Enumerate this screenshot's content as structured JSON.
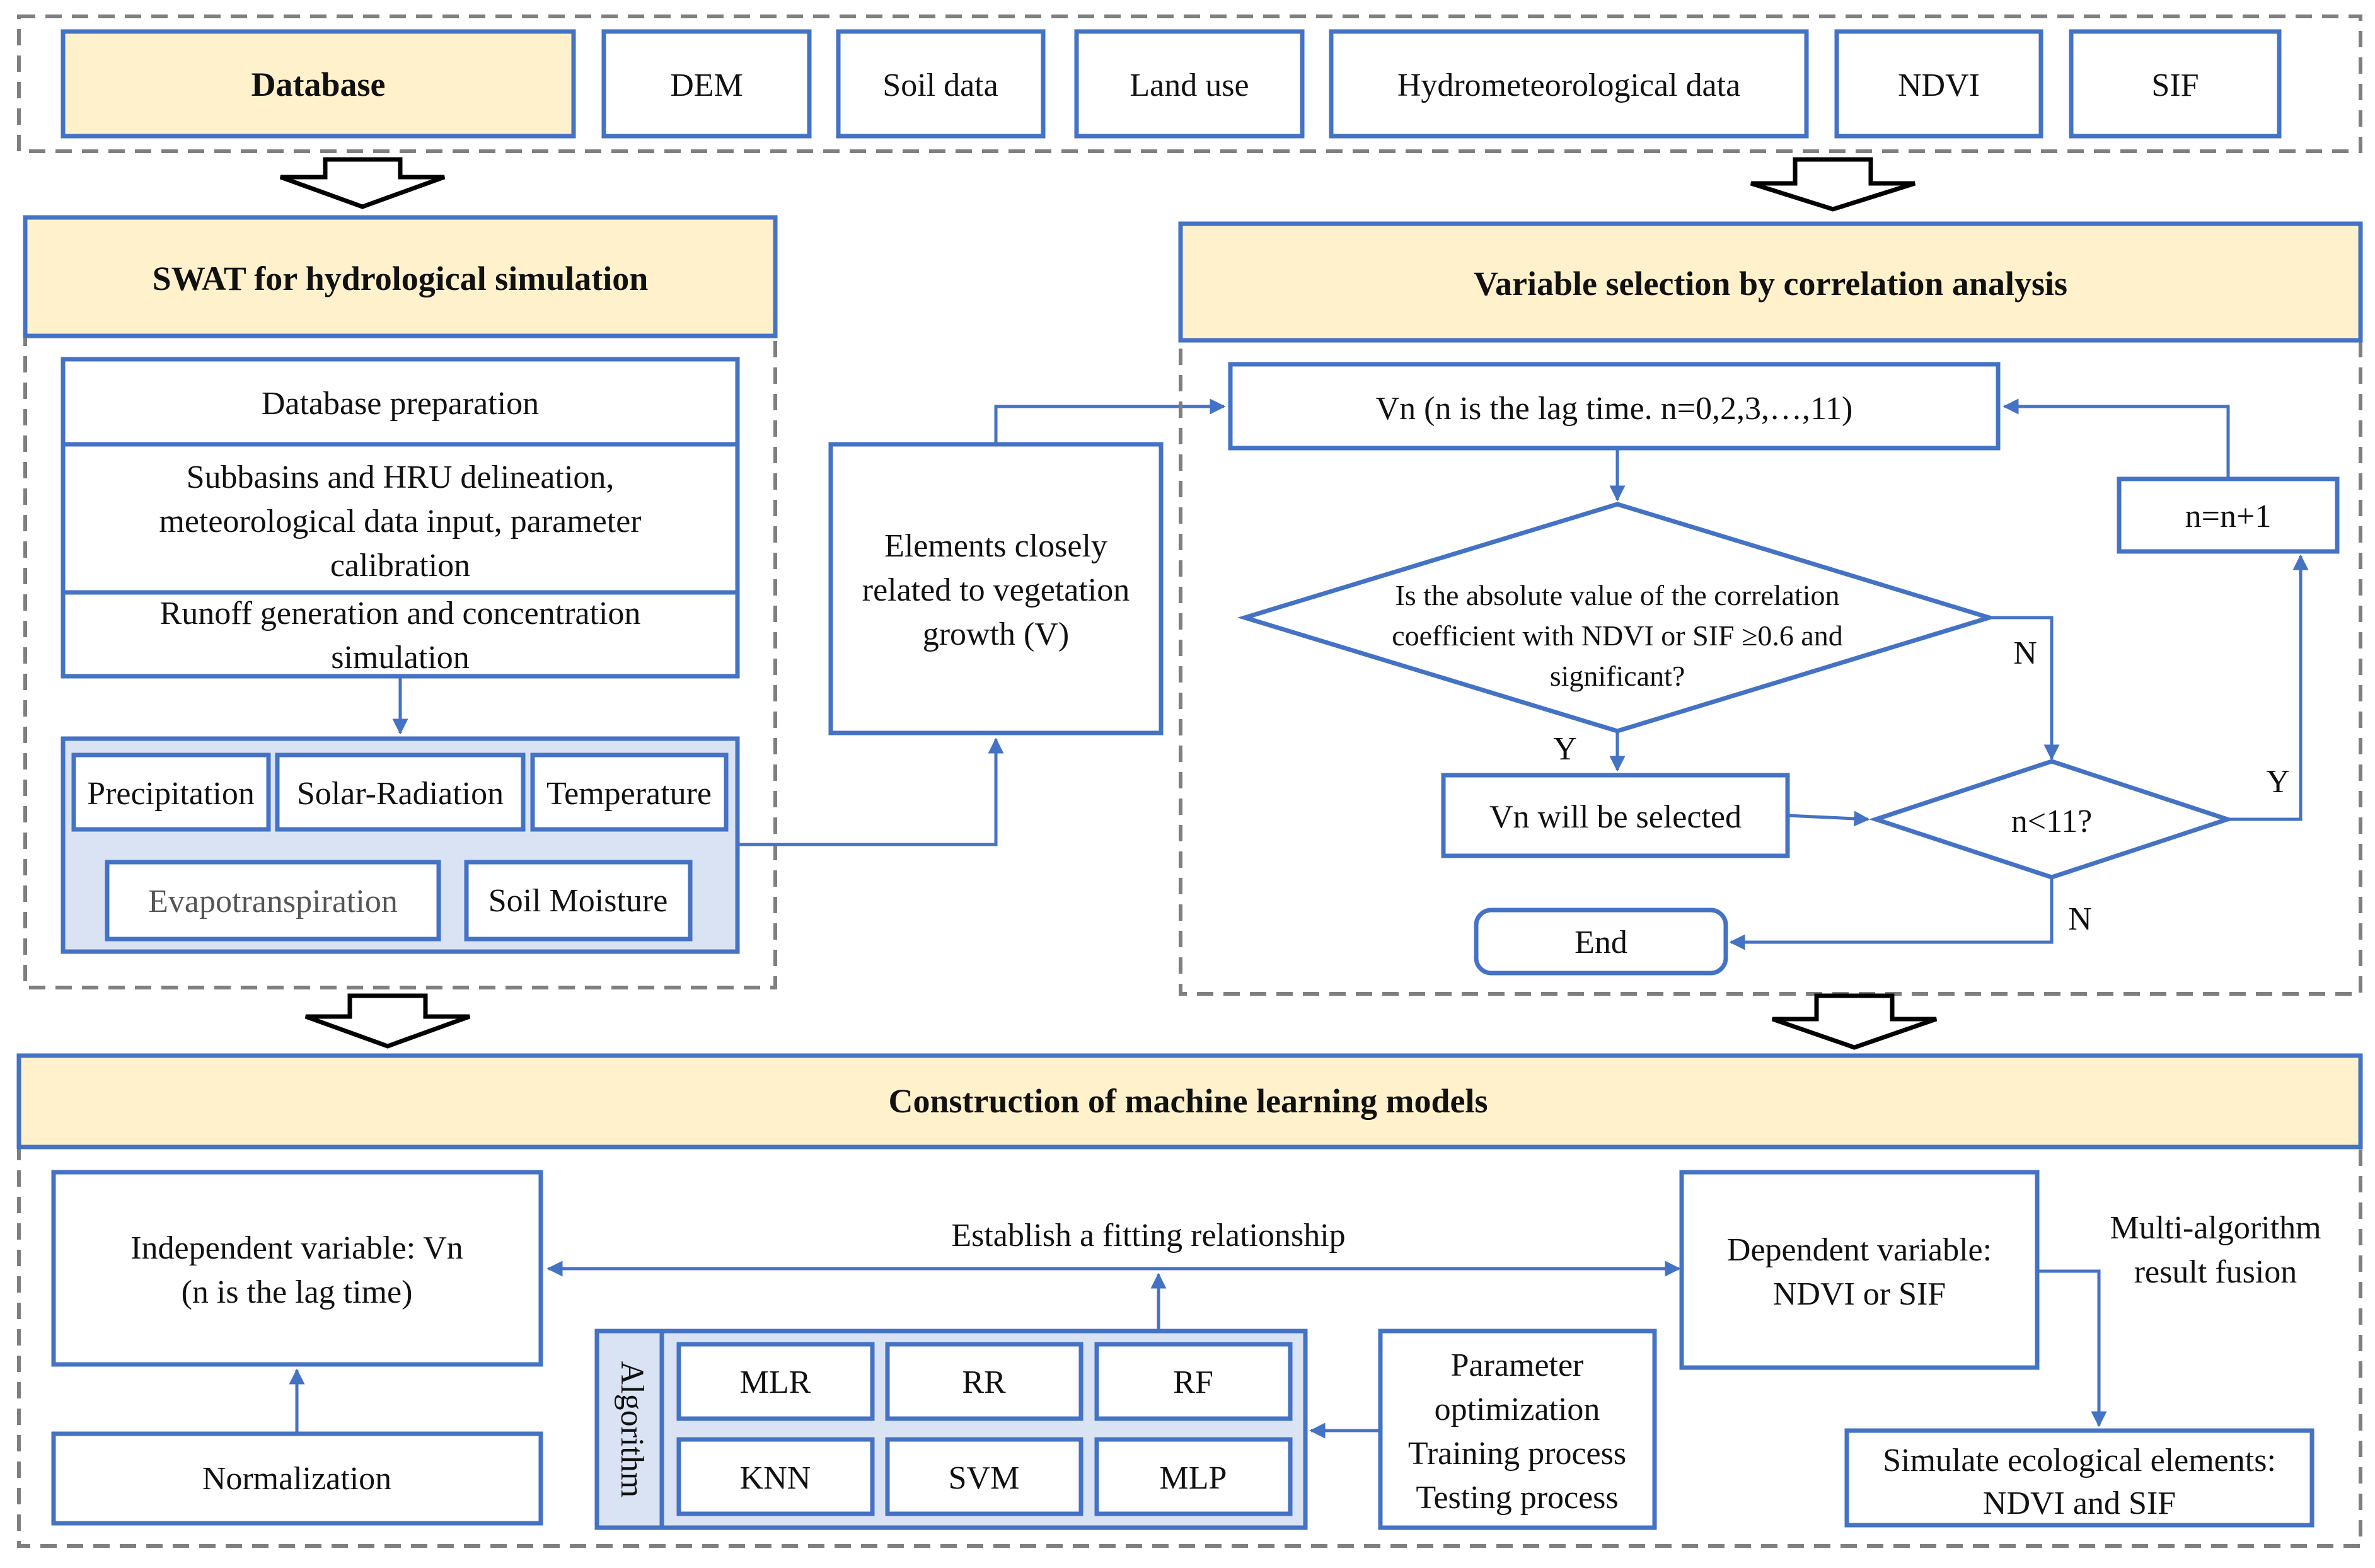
{
  "database": {
    "title": "Database",
    "items": [
      "DEM",
      "Soil data",
      "Land use",
      "Hydrometeorological data",
      "NDVI",
      "SIF"
    ]
  },
  "swat": {
    "title": "SWAT for hydrological simulation",
    "steps": [
      [
        "Database preparation"
      ],
      [
        "Subbasins and HRU delineation,",
        "meteorological data input, parameter",
        "calibration"
      ],
      [
        "Runoff generation and concentration",
        "simulation"
      ]
    ],
    "outputs": [
      "Precipitation",
      "Solar-Radiation",
      "Temperature",
      "Evapotranspiration",
      "Soil Moisture"
    ]
  },
  "elements_box": [
    "Elements closely",
    "related to vegetation",
    "growth (V)"
  ],
  "variable_selection": {
    "title": "Variable selection by correlation analysis",
    "vn": "Vn (n is the lag time. n=0,2,3,…,11)",
    "question": [
      "Is the absolute value of the correlation",
      "coefficient with NDVI or SIF ≥0.6 and",
      "significant?"
    ],
    "selected": "Vn will be selected",
    "check": "n<11?",
    "increment": "n=n+1",
    "end": "End",
    "yes": "Y",
    "no": "N"
  },
  "ml": {
    "title": "Construction of machine learning models",
    "independent": [
      "Independent variable: Vn",
      "(n is the lag time)"
    ],
    "normalization": "Normalization",
    "fitting": "Establish a fitting relationship",
    "dependent": [
      "Dependent variable:",
      "NDVI or SIF"
    ],
    "fusion": [
      "Multi-algorithm",
      "result fusion"
    ],
    "simulate": [
      "Simulate ecological elements:",
      "NDVI and SIF"
    ],
    "algorithm_label": "Algorithm",
    "algorithms": [
      "MLR",
      "RR",
      "RF",
      "KNN",
      "SVM",
      "MLP"
    ],
    "process": [
      "Parameter",
      "optimization",
      "Training process",
      "Testing process"
    ]
  },
  "colors": {
    "box_border": "#4472c4",
    "header_fill": "#fff1cc",
    "panel_fill": "#dae3f3",
    "dashed_frame": "#7f7f7f"
  }
}
